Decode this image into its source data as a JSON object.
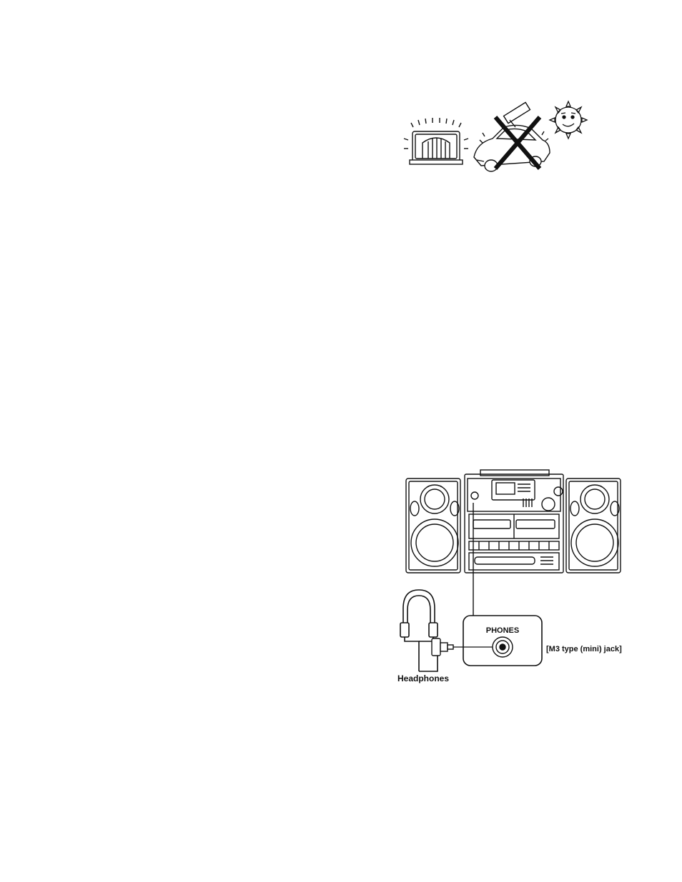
{
  "diagram": {
    "phones_label": "PHONES",
    "jack_type_label": "[M3 type (mini) jack]",
    "headphones_label": "Headphones"
  },
  "icons": {
    "radio": "old-radio-icon",
    "car": "car-with-cross-icon",
    "sun": "sun-icon",
    "stereo": "stereo-system-icon",
    "headphones": "headphones-icon",
    "plug": "mini-plug-icon",
    "jack": "phones-jack-icon"
  }
}
